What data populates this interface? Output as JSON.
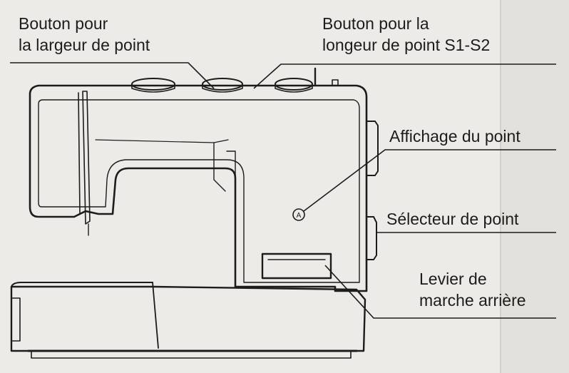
{
  "labels": {
    "stitch_width_button": {
      "line1": "Bouton pour",
      "line2": "la largeur de point"
    },
    "stitch_length_button": {
      "line1": "Bouton pour la",
      "line2": "longeur de point S1-S2"
    },
    "stitch_display": "Affichage du point",
    "stitch_selector": "Sélecteur de point",
    "reverse_lever": {
      "line1": "Levier de",
      "line2": "marche arrière"
    }
  },
  "marker": "A",
  "colors": {
    "paper": "#ecebe7",
    "ink": "#1c1c1c",
    "ghost_text": "#b9b7b2"
  }
}
